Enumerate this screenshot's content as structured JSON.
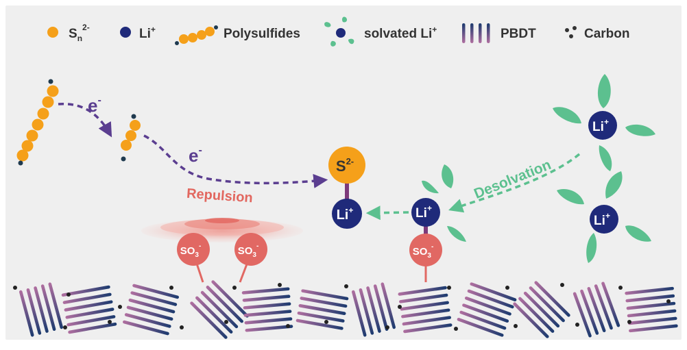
{
  "legend": {
    "sn_main": "S",
    "sn_sub": "n",
    "sn_sup": "2-",
    "li_main": "Li",
    "li_sup": "+",
    "polysulfides": "Polysulfides",
    "solvated_li": "solvated Li",
    "solvated_li_sup": "+",
    "pbdt": "PBDT",
    "carbon": "Carbon"
  },
  "labels": {
    "electron_main": "e",
    "electron_sup": "-",
    "repulsion": "Repulsion",
    "desolvation": "Desolvation",
    "sulfide_main": "S",
    "sulfide_sup": "2-",
    "li_main": "Li",
    "li_sup": "+",
    "so3_main": "SO",
    "so3_sub": "3",
    "so3_sup": "-"
  },
  "colors": {
    "background": "#efefef",
    "sulfur_orange": "#f5a01a",
    "lithium_navy": "#1f2a7a",
    "electron_purple": "#5b3e90",
    "repulsion_red": "#e2675f",
    "sulfonate_red": "#e16863",
    "solvent_green": "#5cc08f",
    "pbdt_top": "#1b3a6e",
    "pbdt_bottom": "#b06fa0",
    "carbon_dark": "#333333"
  }
}
